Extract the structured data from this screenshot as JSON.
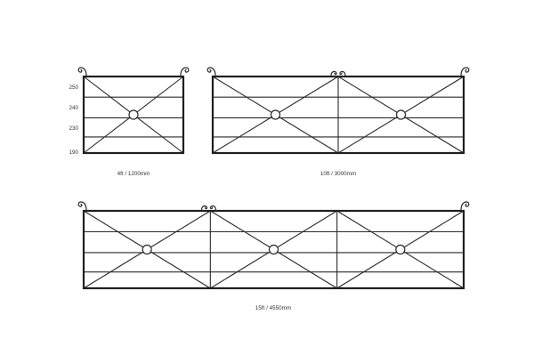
{
  "colors": {
    "background": "#ffffff",
    "line": "#222222"
  },
  "height_labels": [
    "250",
    "240",
    "230",
    "190"
  ],
  "gates": [
    {
      "caption": "4ft / 1200mm",
      "sections": 1
    },
    {
      "caption": "10ft / 3000mm",
      "sections": 2
    },
    {
      "caption": "15ft / 4550mm",
      "sections": 3
    }
  ]
}
